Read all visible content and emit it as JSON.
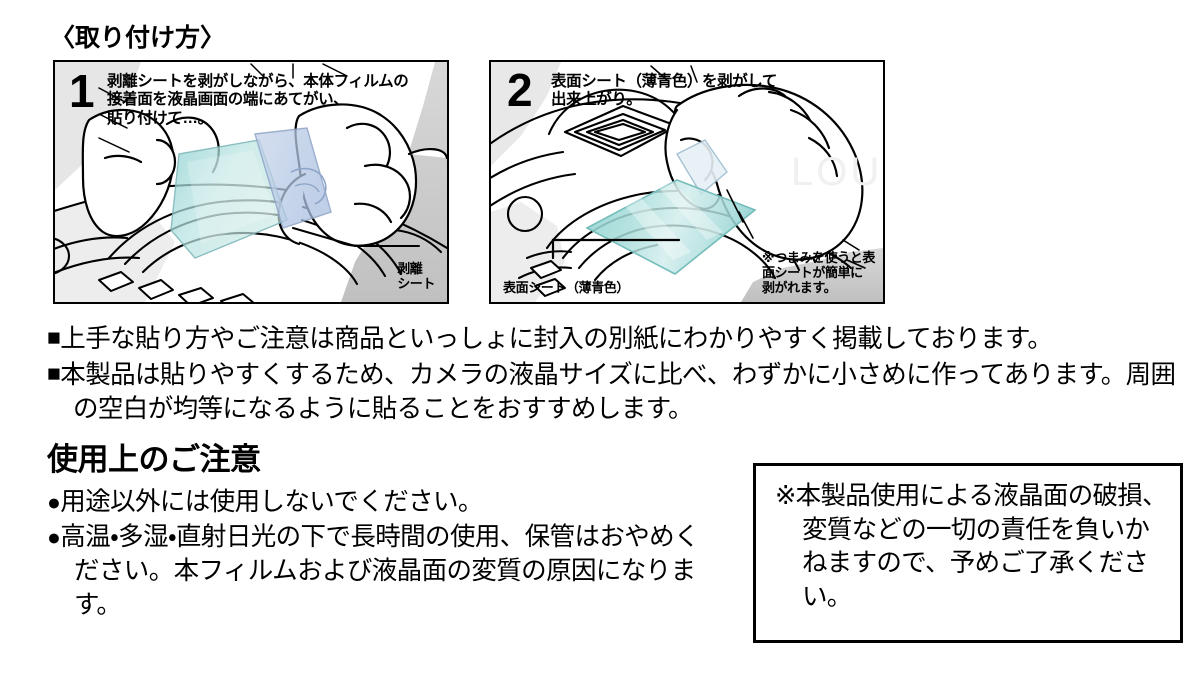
{
  "heading": {
    "install": "〈取り付け方〉"
  },
  "panels": [
    {
      "id": "panel-1",
      "number": "1",
      "caption": "剥離シートを剥がしながら、本体フィルムの\n接着面を液晶画面の端にあてがい、\n貼り付けて…。",
      "labels": [
        {
          "id": "label-release",
          "text": "剥離\nシート"
        }
      ]
    },
    {
      "id": "panel-2",
      "number": "2",
      "caption": "表面シート（薄青色）を剥がして\n出来上がり。",
      "labels": [
        {
          "id": "label-surface",
          "text": "表面シート（薄青色）"
        },
        {
          "id": "label-tab-note",
          "text": "※つまみを使うと表\n面シートが簡単に\n剥がれます。"
        }
      ],
      "watermark": "LOUPE STUDIO"
    }
  ],
  "notes": {
    "bullet": "■",
    "items": [
      "上手な貼り方やご注意は商品といっしょに封入の別紙にわかりやすく掲載しております。",
      "本製品は貼りやすくするため、カメラの液晶サイズに比べ、わずかに小さめに作ってあります。周囲の空白が均等になるように貼ることをおすすめします。"
    ]
  },
  "caution": {
    "heading": "使用上のご注意",
    "bullet": "●",
    "items": [
      "用途以外には使用しないでください。",
      "高温・多湿・直射日光の下で長時間の使用、保管はおやめください。本フィルムおよび液晶面の変質の原因になります。"
    ]
  },
  "disclaimer": {
    "text": "※本製品使用による液晶面の破損、変質などの一切の責任を負いかねますので、予めご了承ください。"
  },
  "colors": {
    "film_teal": "#9fd8d6",
    "film_blue": "#b9cbe6",
    "panel_gray": "#c9c9c9",
    "panel_gray_light": "#e4e4e4",
    "ink": "#000000",
    "watermark": "#f0f0f0"
  }
}
